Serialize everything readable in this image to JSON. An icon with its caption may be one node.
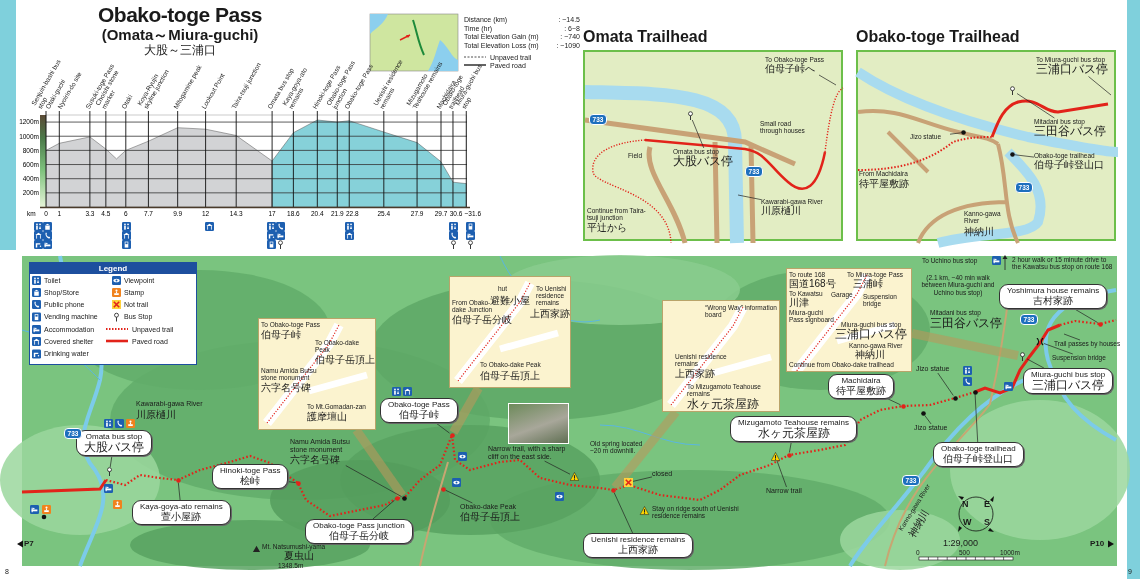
{
  "diagram": {
    "title": "Obako-toge Pass",
    "nodes": [
      {
        "text": [
          "Omata Trailhead"
        ]
      },
      {
        "text": [
          "To Obako-toge Pass",
          "伯母子峠へ"
        ],
        "in": 0
      },
      {
        "text": [
          "Omata bus stop",
          "大股バス停"
        ],
        "in": 0
      },
      {
        "text": [
          "Kawarabi-gawa River",
          "川原樋川"
        ],
        "in": 0
      },
      {
        "text": [
          "Obako-toge Trailhead"
        ]
      },
      {
        "text": [
          "To Miura-guchi bus stop",
          "三浦口バス停"
        ],
        "in": 4
      },
      {
        "text": [
          "Mitadani bus stop",
          "三田谷バス停"
        ],
        "in": 4
      },
      {
        "text": [
          "Jizo statue"
        ],
        "in": 4
      },
      {
        "text": [
          "Obako-toge trailhead",
          "伯母子峠登山口"
        ],
        "in": 4
      },
      {
        "text": [
          "To Obako-toge Pass",
          "伯母子峠",
          "To Obako-dake Peak",
          "伯母子岳頂上",
          "Namu Amida Butsu stone monument",
          "六字名号碑",
          "To Mt.Gomadan-zan",
          "護摩壇山"
        ]
      },
      {
        "text": [
          "hut",
          "避難小屋",
          "To Uenishi residence remains",
          "上西家跡",
          "From Obako-dake Junction",
          "伯母子岳分岐",
          "To Obako-dake Peak",
          "伯母子岳頂上"
        ]
      },
      {
        "text": [
          "“Wrong Way” information board",
          "Uenishi residence remains",
          "上西家跡",
          "To Mizugamoto Teahouse remains",
          "水ヶ元茶屋跡"
        ]
      },
      {
        "text": [
          "To route 168",
          "国道168号",
          "To Miura-toge Pass",
          "三浦峠",
          "To Kawatsu",
          "川津",
          "Garage",
          "Miura-guchi Pass signboard",
          "Suspension bridge",
          "Miura-guchi bus stop",
          "三浦口バス停",
          "Kanno-gawa River",
          "神納川",
          "Continue from Obako-dake trailhead"
        ]
      },
      {
        "text": [
          "Omata bus stop",
          "大股バス停"
        ]
      },
      {
        "text": [
          "Kaya-goya-ato remains",
          "萱小屋跡"
        ]
      },
      {
        "text": [
          "Hinoki-toge Pass",
          "桧峠"
        ]
      },
      {
        "text": [
          "Obako-toge Pass junction",
          "伯母子岳分岐"
        ]
      },
      {
        "text": [
          "Namu Amida Butsu stone monument",
          "六字名号碑"
        ]
      },
      {
        "text": [
          "Obako-toge Pass",
          "伯母子峠"
        ]
      },
      {
        "text": [
          "Obako-dake Peak",
          "伯母子岳頂上"
        ]
      },
      {
        "text": [
          "Narrow trail, with a sharp cliff on the east side."
        ]
      },
      {
        "text": [
          "closed"
        ]
      },
      {
        "text": [
          "Uenishi residence remains",
          "上西家跡"
        ]
      },
      {
        "text": [
          "Mizugamoto Teahouse remains",
          "水ヶ元茶屋跡"
        ]
      },
      {
        "text": [
          "Narrow trail"
        ]
      },
      {
        "text": [
          "Machidaira",
          "待平屋敷跡"
        ]
      },
      {
        "text": [
          "Jizo statue"
        ]
      },
      {
        "text": [
          "Jizo statue"
        ]
      },
      {
        "text": [
          "Obako-toge trailhead",
          "伯母子峠登山口"
        ]
      },
      {
        "text": [
          "Yoshimura house remains",
          "吉村家跡"
        ]
      },
      {
        "text": [
          "Trail passes by houses"
        ]
      },
      {
        "text": [
          "Suspension bridge"
        ]
      },
      {
        "text": [
          "Miura-guchi bus stop",
          "三浦口バス停"
        ]
      },
      {
        "text": [],
        "shape": "pin",
        "in": 0
      },
      {
        "text": [],
        "shape": "pin",
        "in": 4
      },
      {
        "text": [],
        "shape": "circle",
        "in": 4
      },
      {
        "text": [],
        "shape": "circle",
        "in": 4
      },
      {
        "text": [],
        "shape": "pin"
      },
      {
        "text": [],
        "shape": "circle"
      },
      {
        "text": [],
        "shape": "circle"
      },
      {
        "text": [],
        "shape": "circle"
      },
      {
        "text": [],
        "shape": "circle"
      },
      {
        "text": [],
        "shape": "circle"
      },
      {
        "text": [],
        "shape": "circle"
      },
      {
        "text": [],
        "shape": "triangle"
      },
      {
        "text": [],
        "shape": "cross"
      },
      {
        "text": [],
        "shape": "circle"
      },
      {
        "text": [],
        "shape": "circle"
      },
      {
        "text": [],
        "shape": "triangle"
      },
      {
        "text": [],
        "shape": "circle"
      },
      {
        "text": [],
        "shape": "circle"
      },
      {
        "text": [],
        "shape": "circle"
      },
      {
        "text": [],
        "shape": "circle"
      },
      {
        "text": [],
        "shape": "circle"
      },
      {
        "text": [],
        "shape": "pin"
      },
      {
        "text": [],
        "shape": "bar"
      }
    ],
    "edges": [
      {
        "from": 1,
        "to": null,
        "arrow": "none"
      },
      {
        "from": 2,
        "to": 33,
        "arrow": "none"
      },
      {
        "from": 3,
        "to": null,
        "arrow": "none"
      },
      {
        "from": 5,
        "to": null,
        "arrow": "none"
      },
      {
        "from": 6,
        "to": 34,
        "arrow": "none"
      },
      {
        "from": 7,
        "to": 35,
        "arrow": "none"
      },
      {
        "from": 8,
        "to": 36,
        "arrow": "none"
      },
      {
        "from": 9,
        "to": 41,
        "arrow": "none",
        "style": "thick",
        "color": "#b89a5c"
      },
      {
        "from": 10,
        "to": 42,
        "arrow": "none",
        "style": "thick",
        "color": "#b89a5c"
      },
      {
        "from": 11,
        "to": 46,
        "arrow": "none",
        "style": "thick",
        "color": "#b89a5c"
      },
      {
        "from": 12,
        "to": 54,
        "arrow": "none",
        "style": "thick",
        "color": "#b89a5c"
      },
      {
        "from": 13,
        "to": 37,
        "arrow": "none"
      },
      {
        "from": 14,
        "to": 38,
        "arrow": "none"
      },
      {
        "from": 15,
        "to": 39,
        "arrow": "none"
      },
      {
        "from": 16,
        "to": 40,
        "arrow": "none"
      },
      {
        "from": 17,
        "to": 41,
        "arrow": "none"
      },
      {
        "from": 18,
        "to": 42,
        "arrow": "none"
      },
      {
        "from": 19,
        "to": 43,
        "arrow": "none"
      },
      {
        "from": 20,
        "to": 44,
        "arrow": "none"
      },
      {
        "from": 21,
        "to": 45,
        "arrow": "none"
      },
      {
        "from": 22,
        "to": 46,
        "arrow": "none"
      },
      {
        "from": 23,
        "to": 47,
        "arrow": "none"
      },
      {
        "from": 24,
        "to": 48,
        "arrow": "none"
      },
      {
        "from": 25,
        "to": 49,
        "arrow": "none"
      },
      {
        "from": 26,
        "to": 50,
        "arrow": "none"
      },
      {
        "from": 27,
        "to": 51,
        "arrow": "none"
      },
      {
        "from": 28,
        "to": 52,
        "arrow": "none"
      },
      {
        "from": 29,
        "to": 53,
        "arrow": "none"
      },
      {
        "from": 30,
        "to": null,
        "arrow": "none"
      },
      {
        "from": 31,
        "to": 55,
        "arrow": "none"
      },
      {
        "from": 32,
        "to": 54,
        "arrow": "none"
      }
    ],
    "labels": [
      "(Omata～Miura-guchi)",
      "大股～三浦口",
      "Distance (km)",
      ": ~14.5",
      "Time (hr)",
      ": 6~8",
      "Total Elevation Gain (m)",
      ": ~740",
      "Total Elevation Loss (m)",
      ": ~1090",
      "Senjuin-bashi bus stop",
      "Otaki-guchi",
      "Nyoirin-do site",
      "Susuki-toge Pass",
      "Choishi stone marker",
      "Otaki",
      "Koya-Ryujin skyline junction",
      "Mitogamine peak",
      "Lookout Point",
      "Taira-tsuji junction",
      "Omata bus stop",
      "Kaya-goya-ato remains",
      "Hinoki-toge Pass",
      "Obako-toge Pass junction",
      "Obako-toge Pass",
      "Uenishi residence remains",
      "Mizugamoto Teahouse remains",
      "Machidaira",
      "Obako-toge trailhead",
      "Miura-guchi bus stop",
      "733",
      "Small road through houses",
      "Field",
      "733",
      "Continue from Taira-tsuji junction",
      "平辻から",
      "From Machidaira",
      "待平屋敷跡",
      "733",
      "Kanno-gawa River",
      "神納川",
      "Legend",
      "To Uchino bus stop",
      "2 hour walk or 15 minute drive to the Kawatsu bus stop on route 168",
      "(2.1 km, ~40 min walk between Miura-guchi and Uchino bus stop)",
      "Kawarabi-gawa River",
      "川原樋川",
      "733",
      "733",
      "Mitadani bus stop",
      "三田谷バス停",
      "Old spring located ~20 m downhill.",
      "Stay on ridge south of Uenishi residence remains",
      "733",
      "Kanno-gawa River",
      "神納川",
      "N",
      "E",
      "W",
      "S",
      "Mt. Natsumushi-yama",
      "夏虫山",
      "1348.5m",
      "1:29,000",
      "0",
      "500",
      "1000m",
      "P7",
      "P10",
      "8",
      "9"
    ],
    "legend": [
      {
        "text": "Unpaved trail"
      },
      {
        "text": "Paved road"
      },
      {
        "text": "Toilet"
      },
      {
        "text": "Shop/Store"
      },
      {
        "text": "Public phone"
      },
      {
        "text": "Vending machine"
      },
      {
        "text": "Accommodation"
      },
      {
        "text": "Covered shelter"
      },
      {
        "text": "Drinking water"
      },
      {
        "text": "Viewpoint"
      },
      {
        "text": "Stamp"
      },
      {
        "text": "Not trail"
      },
      {
        "text": "Bus Stop"
      },
      {
        "text": "Unpaved trail"
      },
      {
        "text": "Paved road"
      }
    ],
    "chart_data": {
      "type": "area",
      "xlabel": "km",
      "xlim": [
        0,
        31.6
      ],
      "ylim": [
        0,
        1300
      ],
      "grid": true,
      "x": [
        0,
        1,
        3.3,
        4.5,
        5.3,
        6,
        7.7,
        9.9,
        12,
        14.3,
        17,
        18.6,
        20.4,
        21.9,
        22.8,
        25.4,
        27.9,
        29.7,
        30.6,
        31.6
      ],
      "series": [
        {
          "color": "#d2d3d5",
          "values": [
            800,
            900,
            990,
            820,
            680,
            800,
            930,
            1120,
            1100,
            1010,
            650,
            null,
            null,
            null,
            null,
            null,
            null,
            null,
            null,
            null
          ]
        },
        {
          "color": "#86d1d9",
          "values": [
            null,
            null,
            null,
            null,
            null,
            null,
            null,
            null,
            null,
            null,
            650,
            1050,
            1230,
            1200,
            1220,
            1060,
            910,
            640,
            350,
            330
          ]
        }
      ],
      "xticks": [
        0,
        1,
        3.3,
        4.5,
        6,
        7.7,
        9.9,
        12,
        14.3,
        17,
        18.6,
        20.4,
        21.9,
        22.8,
        25.4,
        27.9,
        29.7,
        30.6,
        {
          "value": 31.6,
          "label": "~31.6"
        }
      ],
      "yticks": [
        {
          "value": 200,
          "label": "200m"
        },
        {
          "value": 400,
          "label": "400m"
        },
        {
          "value": 600,
          "label": "600m"
        },
        {
          "value": 800,
          "label": "800m"
        },
        {
          "value": 1000,
          "label": "1000m"
        },
        {
          "value": 1200,
          "label": "1200m"
        }
      ]
    }
  }
}
